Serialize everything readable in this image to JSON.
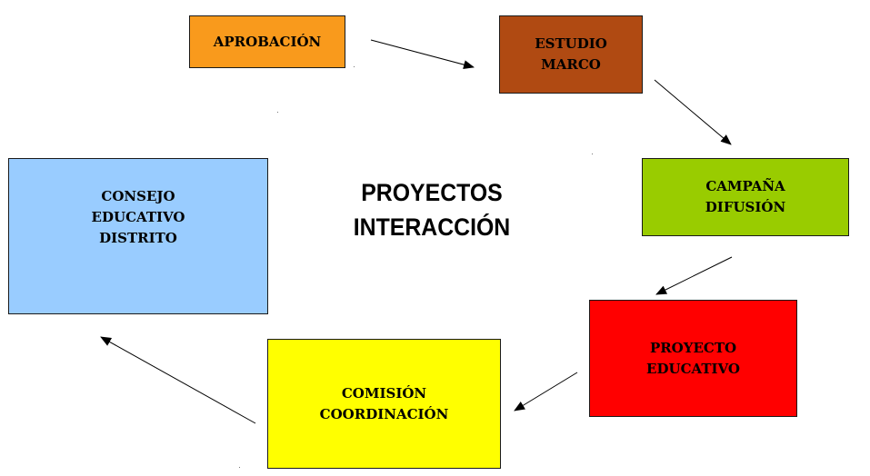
{
  "diagram": {
    "title_lines": "PROYECTOS\nINTERACCIÓN",
    "nodes": [
      {
        "id": "aprobacion",
        "label": "APROBACIÓN",
        "color": "#f99a1c"
      },
      {
        "id": "estudio",
        "label": "ESTUDIO\nMARCO",
        "color": "#b04a12"
      },
      {
        "id": "campana",
        "label": "CAMPAÑA\nDIFUSIÓN",
        "color": "#99cc00"
      },
      {
        "id": "proyecto",
        "label": "PROYECTO\nEDUCATIVO",
        "color": "#ff0000"
      },
      {
        "id": "comision",
        "label": "COMISIÓN\nCOORDINACIÓN",
        "color": "#ffff00"
      },
      {
        "id": "consejo",
        "label": "CONSEJO\nEDUCATIVO\nDISTRITO",
        "color": "#99ccff"
      }
    ],
    "edges": [
      {
        "from": "aprobacion",
        "to": "estudio"
      },
      {
        "from": "estudio",
        "to": "campana"
      },
      {
        "from": "campana",
        "to": "proyecto"
      },
      {
        "from": "proyecto",
        "to": "comision"
      },
      {
        "from": "comision",
        "to": "consejo"
      }
    ]
  }
}
